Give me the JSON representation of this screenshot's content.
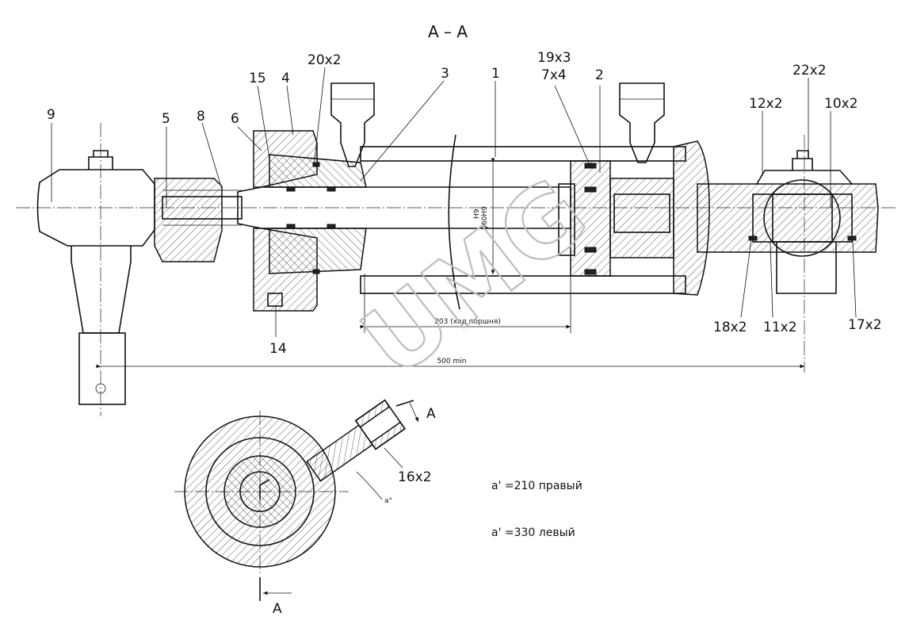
{
  "section_title": "A – A",
  "watermark": "UMG",
  "callouts": [
    {
      "id": "c9",
      "text": "9"
    },
    {
      "id": "c5",
      "text": "5"
    },
    {
      "id": "c8",
      "text": "8"
    },
    {
      "id": "c6",
      "text": "6"
    },
    {
      "id": "c15",
      "text": "15"
    },
    {
      "id": "c4",
      "text": "4"
    },
    {
      "id": "c20x2",
      "text": "20x2"
    },
    {
      "id": "c3",
      "text": "3"
    },
    {
      "id": "c1",
      "text": "1"
    },
    {
      "id": "c19x3",
      "text": "19x3"
    },
    {
      "id": "c7x4",
      "text": "7x4"
    },
    {
      "id": "c2",
      "text": "2"
    },
    {
      "id": "c22x2",
      "text": "22x2"
    },
    {
      "id": "c12x2",
      "text": "12x2"
    },
    {
      "id": "c10x2",
      "text": "10x2"
    },
    {
      "id": "c14",
      "text": "14"
    },
    {
      "id": "c18x2",
      "text": "18x2"
    },
    {
      "id": "c11x2",
      "text": "11x2"
    },
    {
      "id": "c17x2",
      "text": "17x2"
    },
    {
      "id": "c16x2",
      "text": "16x2"
    }
  ],
  "dimensions": {
    "bore": "ϕ60Н9",
    "bore_fit": "H9",
    "stroke": "203 (ход поршня)",
    "length": "500 min"
  },
  "section_marks": {
    "upper": "A",
    "lower": "A"
  },
  "angle_label": "a°",
  "notes": {
    "right": "a' =210 правый",
    "left": "a' =330 левый"
  }
}
